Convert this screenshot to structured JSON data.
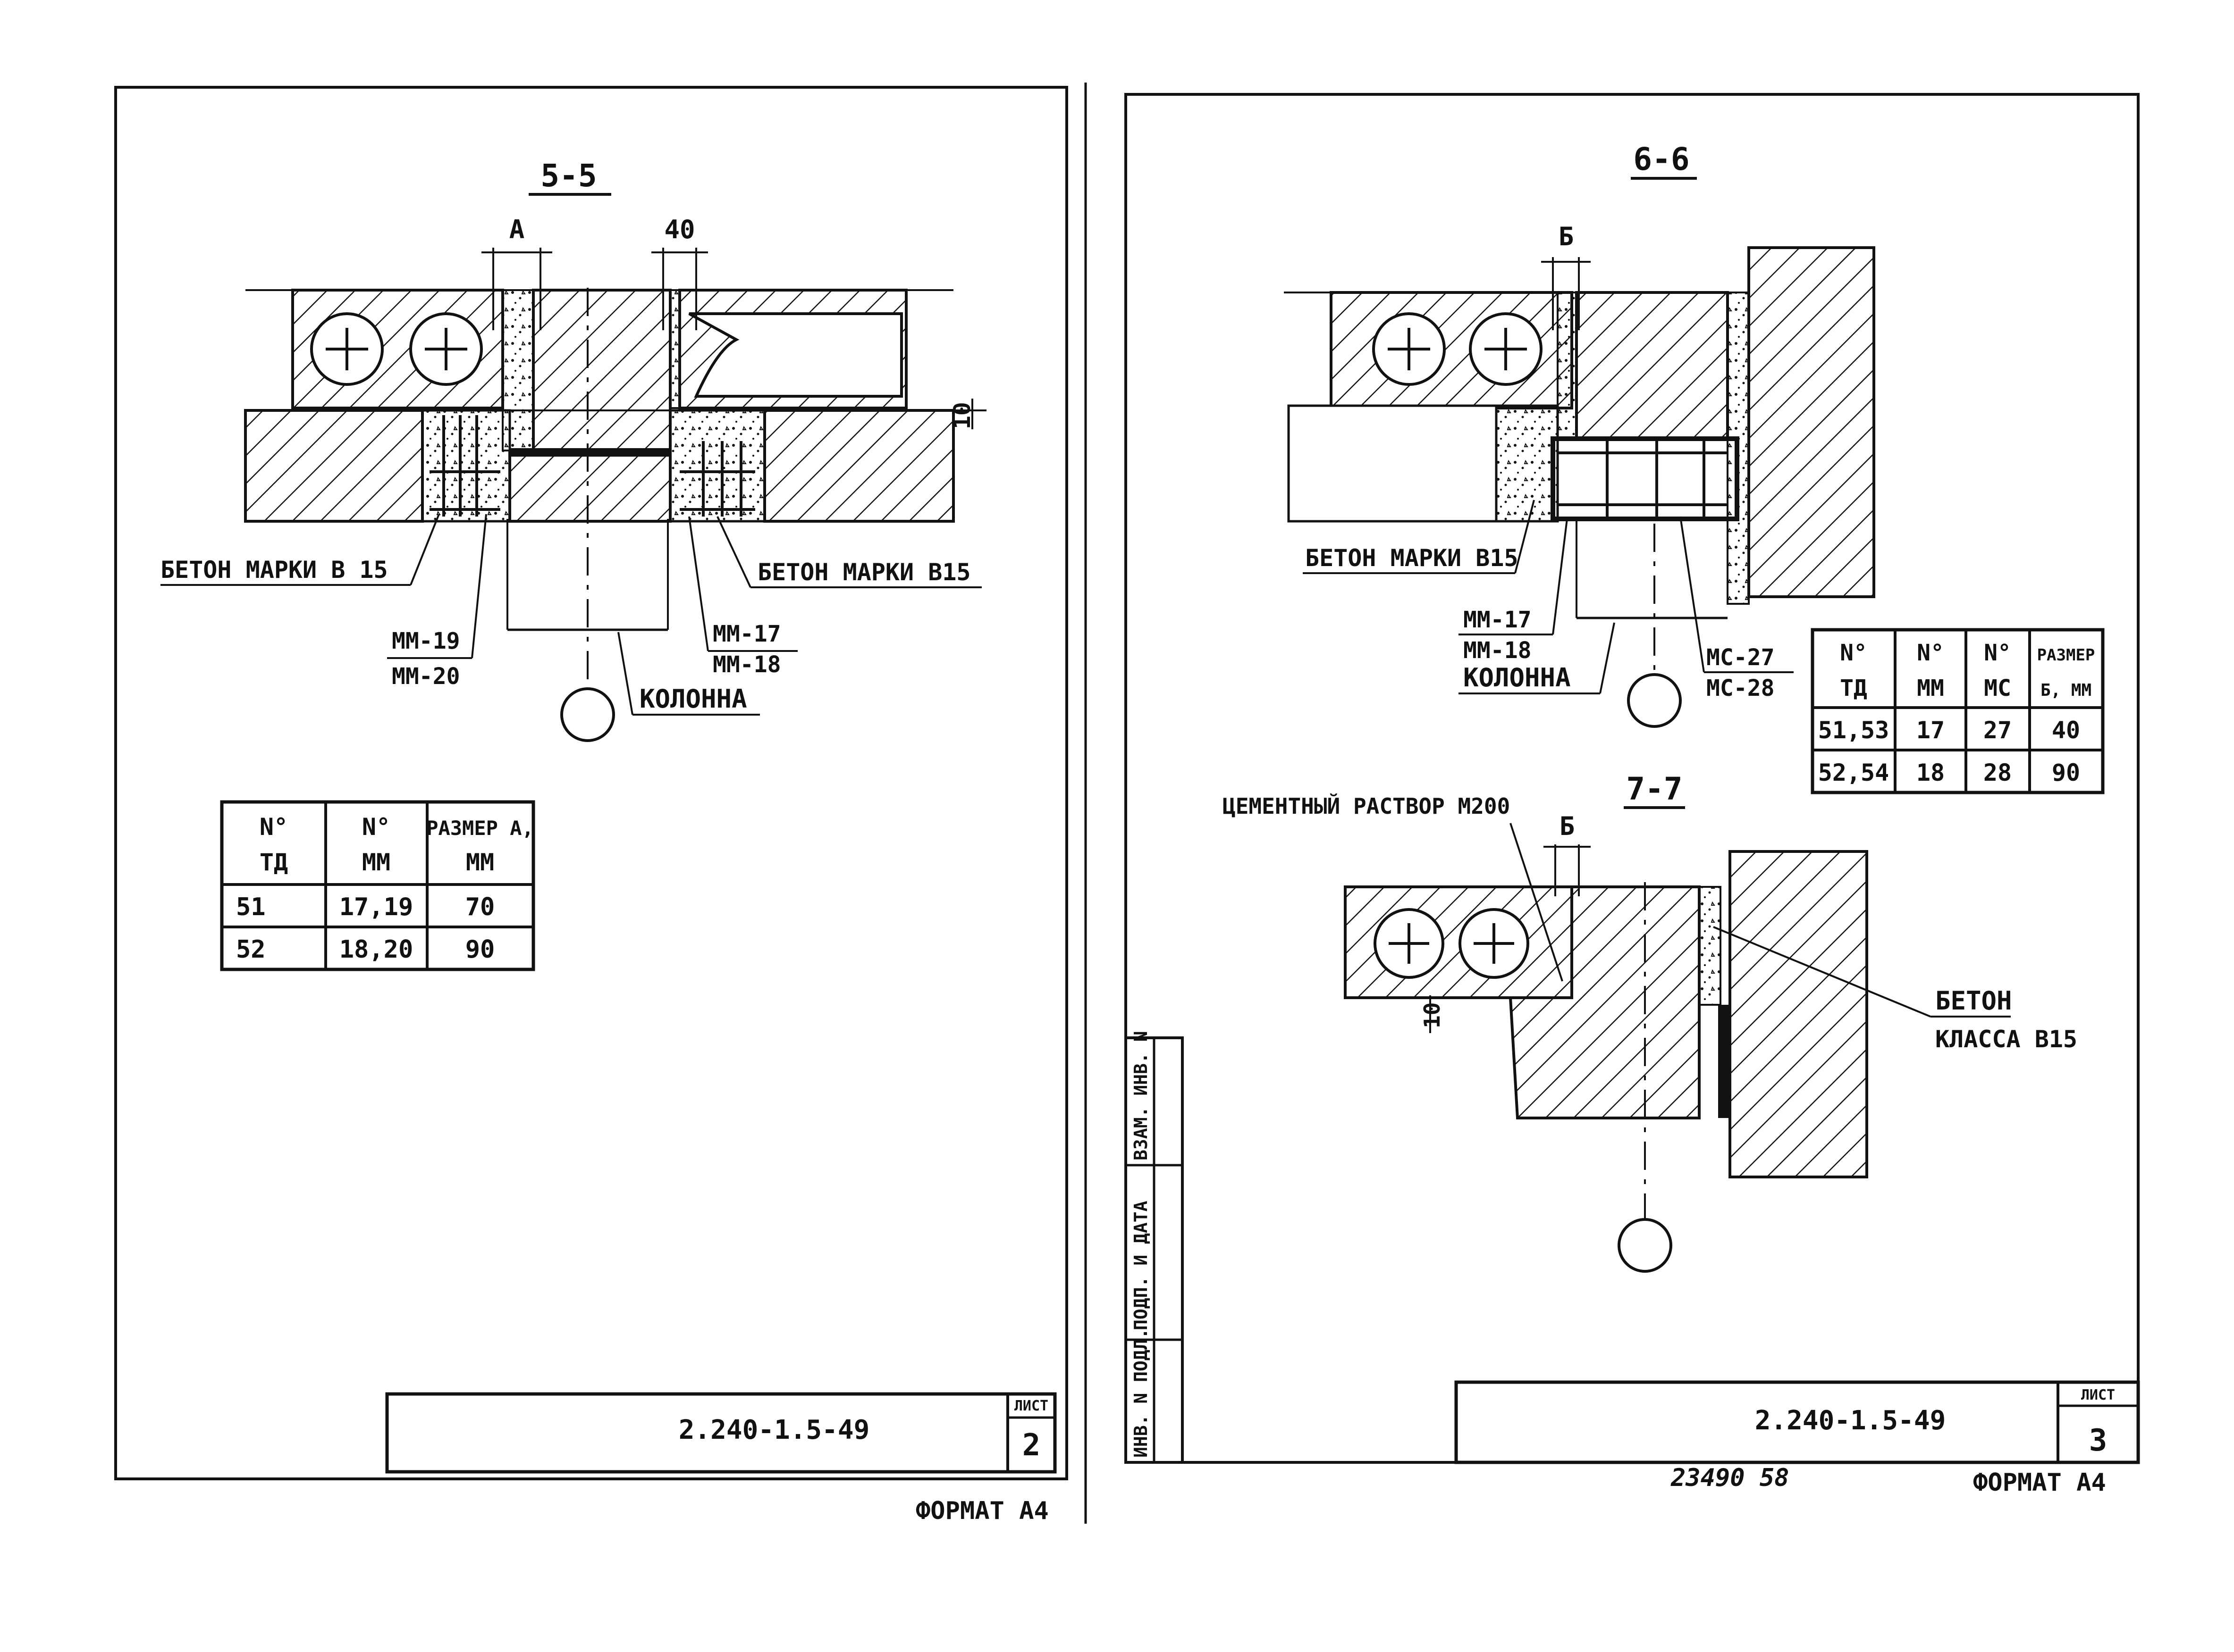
{
  "sheet_left": {
    "section_title": "5-5",
    "dim_a": "А",
    "dim_40": "40",
    "dim_10": "10",
    "label_beton_left": "БЕТОН МАРКИ В 15",
    "label_beton_right": "БЕТОН МАРКИ В15",
    "label_mm19": "ММ-19",
    "label_mm20": "ММ-20",
    "label_mm17": "ММ-17",
    "label_mm18": "ММ-18",
    "label_column": "КОЛОННА",
    "table": {
      "headers": [
        [
          "N°",
          "ТД"
        ],
        [
          "N°",
          "ММ"
        ],
        [
          "РАЗМЕР А,",
          "ММ"
        ]
      ],
      "rows": [
        [
          "51",
          "17,19",
          "70"
        ],
        [
          "52",
          "18,20",
          "90"
        ]
      ]
    },
    "stamp_code": "2.240-1.5-49",
    "stamp_sheet_label": "ЛИСТ",
    "stamp_sheet_no": "2",
    "format_label": "ФОРМАТ А4"
  },
  "sheet_right": {
    "section_title_66": "6-6",
    "dim_b": "Б",
    "label_beton": "БЕТОН МАРКИ В15",
    "label_mm17": "ММ-17",
    "label_mm18": "ММ-18",
    "label_column": "КОЛОННА",
    "label_mc27": "МС-27",
    "label_mc28": "МС-28",
    "table": {
      "headers": [
        [
          "N°",
          "ТД"
        ],
        [
          "N°",
          "ММ"
        ],
        [
          "N°",
          "МС"
        ],
        [
          "РАЗМЕР",
          "Б, ММ"
        ]
      ],
      "rows": [
        [
          "51,53",
          "17",
          "27",
          "40"
        ],
        [
          "52,54",
          "18",
          "28",
          "90"
        ]
      ]
    },
    "section_title_77": "7-7",
    "label_cement": "ЦЕМЕНТНЫЙ РАСТВОР М200",
    "dim_b2": "Б",
    "dim_10": "10",
    "label_beton_class_1": "БЕТОН",
    "label_beton_class_2": "КЛАССА В15",
    "side_stamp": [
      "ИНВ. N ПОДЛ.",
      "ПОДП. И ДАТА",
      "ВЗАМ. ИНВ. N"
    ],
    "stamp_code": "2.240-1.5-49",
    "stamp_sheet_label": "ЛИСТ",
    "stamp_sheet_no": "3",
    "handwritten_note": "23490   58",
    "format_label": "ФОРМАТ А4"
  },
  "colors": {
    "ink": "#111111",
    "paper": "#ffffff"
  }
}
